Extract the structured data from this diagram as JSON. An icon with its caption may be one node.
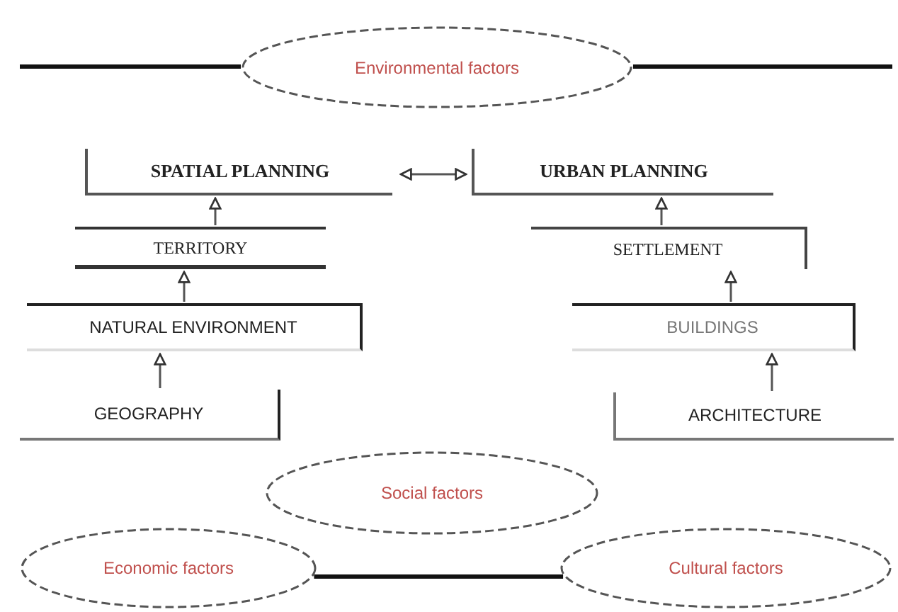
{
  "diagram": {
    "nodes": [
      {
        "text": [
          "Environmental factors"
        ]
      },
      {
        "text": [
          "SPATIAL PLANNING"
        ]
      },
      {
        "text": [
          "URBAN PLANNING"
        ]
      },
      {
        "text": [
          "TERRITORY"
        ]
      },
      {
        "text": [
          "SETTLEMENT"
        ]
      },
      {
        "text": [
          "NATURAL ENVIRONMENT"
        ]
      },
      {
        "text": [
          "BUILDINGS"
        ]
      },
      {
        "text": [
          "GEOGRAPHY"
        ]
      },
      {
        "text": [
          "ARCHITECTURE"
        ]
      },
      {
        "text": [
          "Social factors"
        ]
      },
      {
        "text": [
          "Economic factors"
        ]
      },
      {
        "text": [
          "Cultural factors"
        ]
      }
    ],
    "edges": [
      {
        "from": 1,
        "to": 2,
        "arrow": "both"
      },
      {
        "from": 3,
        "to": 1,
        "arrow": "to"
      },
      {
        "from": 5,
        "to": 3,
        "arrow": "to"
      },
      {
        "from": 7,
        "to": 5,
        "arrow": "to"
      },
      {
        "from": 4,
        "to": 2,
        "arrow": "to"
      },
      {
        "from": 6,
        "to": 4,
        "arrow": "to"
      },
      {
        "from": 8,
        "to": 6,
        "arrow": "to"
      },
      {
        "from": 10,
        "to": 11,
        "arrow": "none",
        "style": "thick"
      },
      {
        "from": null,
        "to": 0,
        "arrow": "none",
        "style": "thick"
      },
      {
        "from": 0,
        "to": null,
        "arrow": "none",
        "style": "thick"
      }
    ]
  }
}
